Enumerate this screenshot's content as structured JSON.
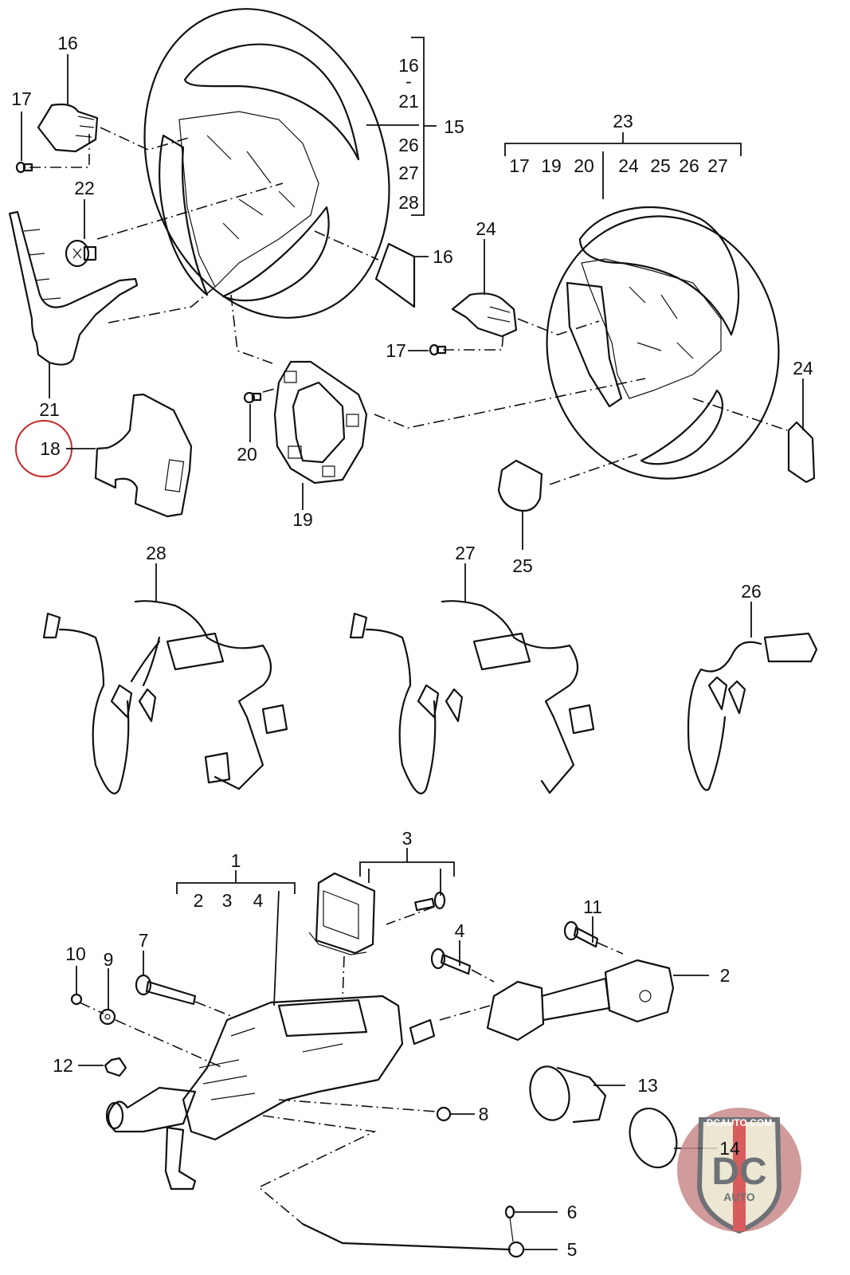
{
  "diagram": {
    "title": "Steering wheel and steering column exploded parts diagram",
    "highlighted_part": "18",
    "highlight_color": "#c62828",
    "callouts": {
      "p16_top": "16",
      "p17_top": "17",
      "p22": "22",
      "p21": "21",
      "p18": "18",
      "p15": "15",
      "p16_right": "16",
      "p20": "20",
      "p19": "19",
      "p23": "23",
      "p24_left": "24",
      "p17_mid": "17",
      "p24_right": "24",
      "p25": "25",
      "p28": "28",
      "p27": "27",
      "p26": "26",
      "p1": "1",
      "p3": "3",
      "p4": "4",
      "p11": "11",
      "p2": "2",
      "p7": "7",
      "p10": "10",
      "p9": "9",
      "p12": "12",
      "p8": "8",
      "p13": "13",
      "p14": "14",
      "p6": "6",
      "p5": "5"
    },
    "group_15_contents": [
      "16",
      "-",
      "21",
      "26",
      "27",
      "28"
    ],
    "group_23_contents": [
      "17",
      "19",
      "20",
      "24",
      "25",
      "26",
      "27"
    ],
    "group_1_contents": [
      "2",
      "3",
      "4"
    ]
  },
  "watermark": {
    "site": "DCAUTO.COM",
    "logo_letters": "DC",
    "logo_sub": "AUTO",
    "colors": {
      "background": "#c98a8a",
      "shield": "#e9e3cc",
      "letters": "#555a60",
      "stripe": "#d24040"
    }
  }
}
